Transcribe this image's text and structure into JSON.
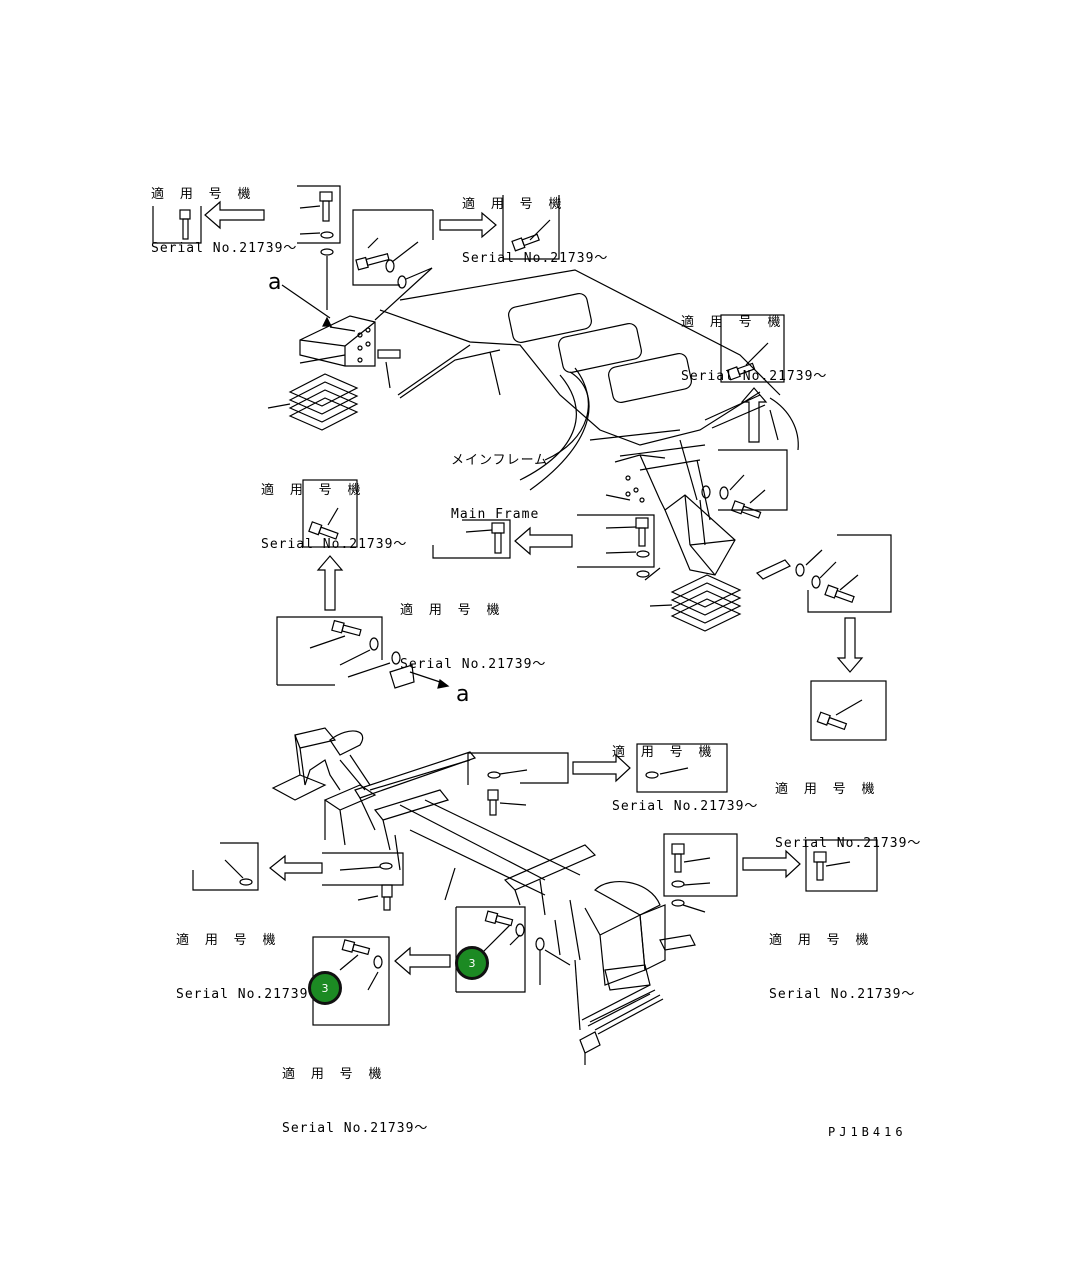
{
  "serial_labels": [
    {
      "jp": "適 用 号 機",
      "en": "Serial No.21739～"
    },
    {
      "jp": "適 用 号 機",
      "en": "Serial No.21739～"
    },
    {
      "jp": "適 用 号 機",
      "en": "Serial No.21739～"
    },
    {
      "jp": "適 用 号 機",
      "en": "Serial No.21739～"
    },
    {
      "jp": "適 用 号 機",
      "en": "Serial No.21739～"
    },
    {
      "jp": "適 用 号 機",
      "en": "Serial No.21739～"
    },
    {
      "jp": "適 用 号 機",
      "en": "Serial No.21739～"
    },
    {
      "jp": "適 用 号 機",
      "en": "Serial No.21739～"
    },
    {
      "jp": "適 用 号 機",
      "en": "Serial No.21739～"
    },
    {
      "jp": "適 用 号 機",
      "en": "Serial No.21739～"
    }
  ],
  "main_frame": {
    "jp": "メインフレーム",
    "en": "Main Frame"
  },
  "ref_letters": [
    "a",
    "a"
  ],
  "callouts": [
    "3",
    "3"
  ],
  "drawing_code": "PJ1B416",
  "colors": {
    "callout_fill": "#1c8a23",
    "line": "#000000"
  }
}
